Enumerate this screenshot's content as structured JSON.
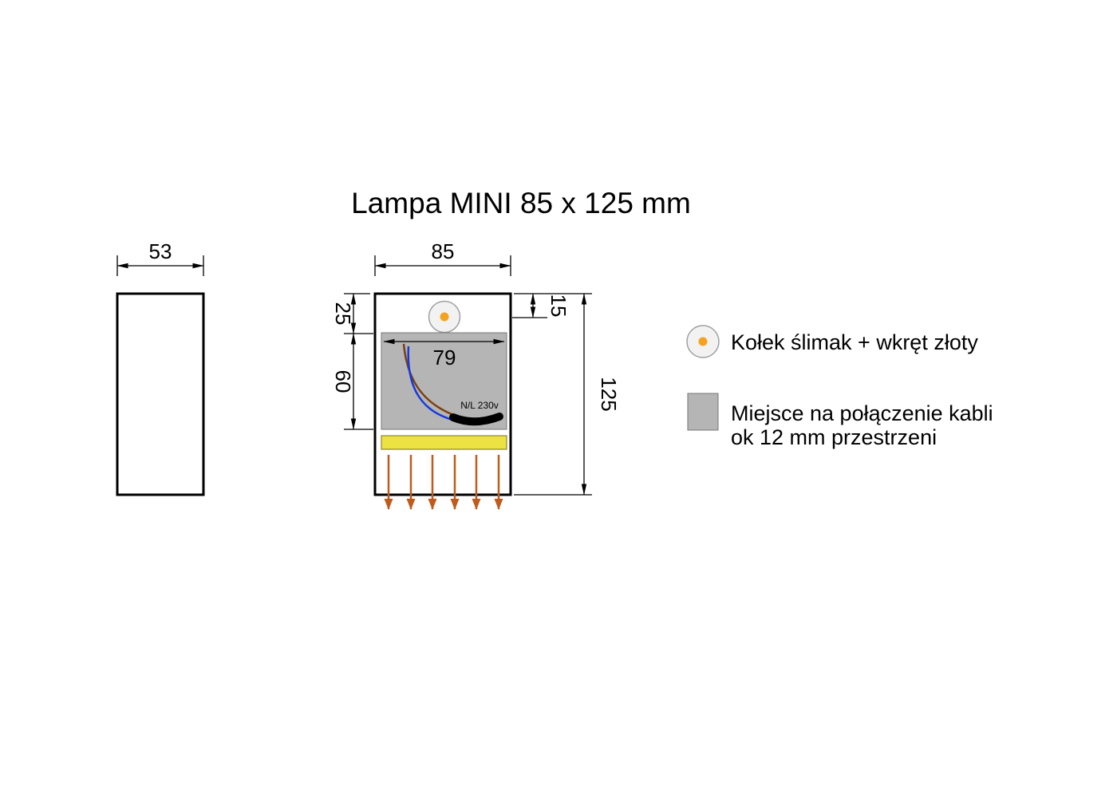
{
  "title": "Lampa MINI 85 x 125 mm",
  "dimensions": {
    "side_width": "53",
    "front_width": "85",
    "front_height": "125",
    "screw_top_offset": "15",
    "junction_top_offset": "25",
    "junction_height": "60",
    "junction_width": "79"
  },
  "front_view": {
    "cable_label": "N/L 230v"
  },
  "legend": {
    "screw_label": "Kołek ślimak + wkręt złoty",
    "junction_label_line1": "Miejsce na połączenie kabli",
    "junction_label_line2": "ok 12 mm przestrzeni"
  },
  "colors": {
    "junction_gray": "#b5b5b5",
    "screw_circle_fill": "#f2f2f2",
    "screw_dot_orange": "#f5a31e",
    "led_strip_yellow": "#ece342",
    "light_ray_rust": "#bf5b1d",
    "wire_brown": "#7b3f10",
    "wire_blue": "#1539e0"
  }
}
